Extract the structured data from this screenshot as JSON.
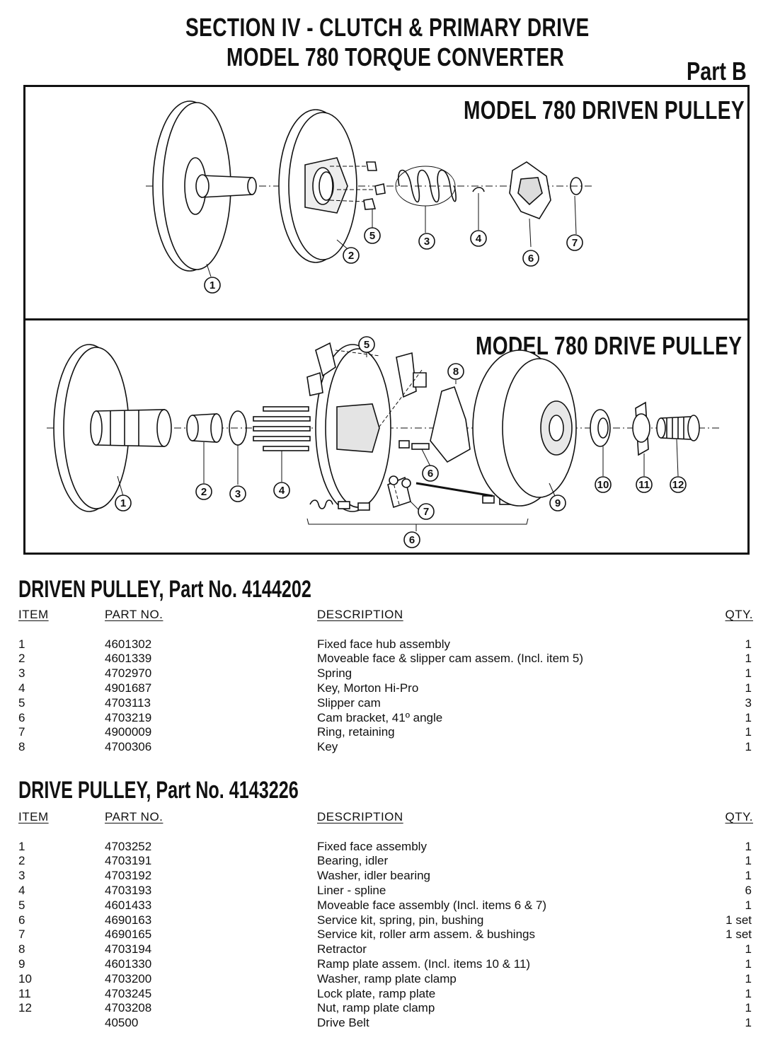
{
  "header": {
    "line1": "SECTION IV - CLUTCH & PRIMARY DRIVE",
    "line2": "MODEL 780 TORQUE CONVERTER",
    "part": "Part B"
  },
  "diagrams": {
    "driven_title": "MODEL 780 DRIVEN PULLEY",
    "drive_title": "MODEL 780 DRIVE PULLEY",
    "driven_callouts": [
      "1",
      "2",
      "3",
      "4",
      "5",
      "6",
      "7"
    ],
    "drive_callouts": [
      "1",
      "2",
      "3",
      "4",
      "5",
      "6",
      "7",
      "8",
      "9",
      "10",
      "11",
      "12",
      "6"
    ]
  },
  "columns": {
    "item": "ITEM",
    "part": "PART NO.",
    "desc": "DESCRIPTION",
    "qty": "QTY."
  },
  "driven": {
    "heading": "DRIVEN PULLEY, Part No. 4144202",
    "rows": [
      {
        "item": "1",
        "part": "4601302",
        "desc": "Fixed face hub assembly",
        "qty": "1"
      },
      {
        "item": "2",
        "part": "4601339",
        "desc": "Moveable face & slipper cam assem. (Incl. item 5)",
        "qty": "1"
      },
      {
        "item": "3",
        "part": "4702970",
        "desc": "Spring",
        "qty": "1"
      },
      {
        "item": "4",
        "part": "4901687",
        "desc": "Key, Morton Hi-Pro",
        "qty": "1"
      },
      {
        "item": "5",
        "part": "4703113",
        "desc": "Slipper cam",
        "qty": "3"
      },
      {
        "item": "6",
        "part": "4703219",
        "desc": "Cam bracket, 41º angle",
        "qty": "1"
      },
      {
        "item": "7",
        "part": "4900009",
        "desc": "Ring, retaining",
        "qty": "1"
      },
      {
        "item": "8",
        "part": "4700306",
        "desc": "Key",
        "qty": "1"
      }
    ]
  },
  "drive": {
    "heading": "DRIVE PULLEY, Part No. 4143226",
    "rows": [
      {
        "item": "1",
        "part": "4703252",
        "desc": "Fixed face assembly",
        "qty": "1"
      },
      {
        "item": "2",
        "part": "4703191",
        "desc": "Bearing, idler",
        "qty": "1"
      },
      {
        "item": "3",
        "part": "4703192",
        "desc": "Washer, idler bearing",
        "qty": "1"
      },
      {
        "item": "4",
        "part": "4703193",
        "desc": "Liner - spline",
        "qty": "6"
      },
      {
        "item": "5",
        "part": "4601433",
        "desc": "Moveable face assembly (Incl. items 6 & 7)",
        "qty": "1"
      },
      {
        "item": "6",
        "part": "4690163",
        "desc": "Service kit, spring, pin, bushing",
        "qty": "1 set"
      },
      {
        "item": "7",
        "part": "4690165",
        "desc": "Service kit, roller arm assem. & bushings",
        "qty": "1 set"
      },
      {
        "item": "8",
        "part": "4703194",
        "desc": "Retractor",
        "qty": "1"
      },
      {
        "item": "9",
        "part": "4601330",
        "desc": "Ramp plate assem. (Incl. items 10 & 11)",
        "qty": "1"
      },
      {
        "item": "10",
        "part": "4703200",
        "desc": "Washer, ramp plate clamp",
        "qty": "1"
      },
      {
        "item": "11",
        "part": "4703245",
        "desc": "Lock plate, ramp plate",
        "qty": "1"
      },
      {
        "item": "12",
        "part": "4703208",
        "desc": "Nut, ramp plate clamp",
        "qty": "1"
      },
      {
        "item": "",
        "part": "40500",
        "desc": "Drive Belt",
        "qty": "1"
      }
    ]
  }
}
